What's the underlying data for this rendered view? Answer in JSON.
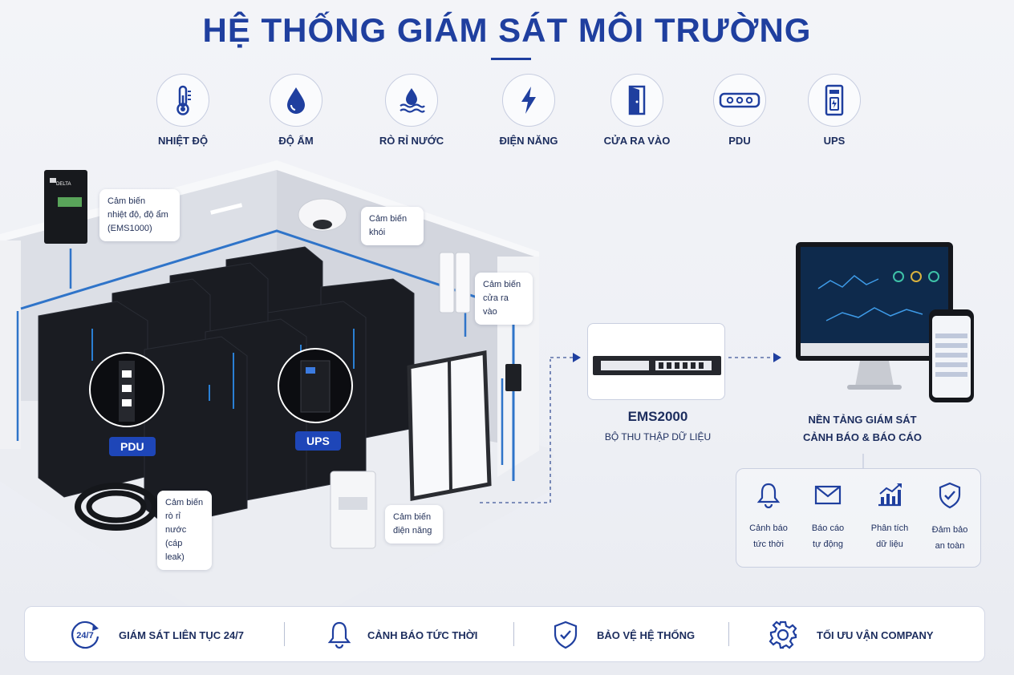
{
  "title": "HỆ THỐNG GIÁM SÁT MÔI TRƯỜNG",
  "sensors": [
    {
      "label": "NHIỆT ĐỘ",
      "icon": "thermometer-icon"
    },
    {
      "label": "ĐỘ ẨM",
      "icon": "water-drop-icon"
    },
    {
      "label": "RÒ RỈ NƯỚC",
      "icon": "water-leak-icon"
    },
    {
      "label": "ĐIỆN NĂNG",
      "icon": "lightning-icon"
    },
    {
      "label": "CỬA RA VÀO",
      "icon": "door-icon"
    },
    {
      "label": "PDU",
      "icon": "pdu-icon"
    },
    {
      "label": "UPS",
      "icon": "ups-icon"
    }
  ],
  "room": {
    "device_brand": "DELTA",
    "callouts": {
      "temp_humidity": [
        "Cảm biến",
        "nhiệt độ, độ ẩm",
        "(EMS1000)"
      ],
      "smoke": [
        "Cảm biến",
        "khói"
      ],
      "door": [
        "Cảm biến",
        "cửa ra vào"
      ],
      "leak": [
        "Cảm biến",
        "rò rỉ nước",
        "(cáp leak)"
      ],
      "power": [
        "Cảm biến",
        "điện năng"
      ]
    },
    "badges": {
      "pdu": "PDU",
      "ups": "UPS"
    }
  },
  "collector": {
    "name": "EMS2000",
    "subtitle": "BỘ THU THẬP DỮ LIỆU"
  },
  "platform": {
    "title_line1": "NỀN TẢNG GIÁM SÁT",
    "title_line2": "CẢNH BÁO & BÁO CÁO"
  },
  "features": [
    {
      "line1": "Cảnh báo",
      "line2": "tức thời",
      "icon": "bell-icon"
    },
    {
      "line1": "Báo cáo",
      "line2": "tự động",
      "icon": "mail-icon"
    },
    {
      "line1": "Phân tích",
      "line2": "dữ liệu",
      "icon": "chart-icon"
    },
    {
      "line1": "Đảm bảo",
      "line2": "an toàn",
      "icon": "shield-check-icon"
    }
  ],
  "bottom": [
    {
      "label": "GIÁM SÁT LIÊN TỤC 24/7",
      "icon": "clock-247-icon",
      "icon_text": "24/7"
    },
    {
      "label": "CẢNH BÁO TỨC THỜI",
      "icon": "bell-icon"
    },
    {
      "label": "BẢO VỆ HỆ THỐNG",
      "icon": "shield-check-icon"
    },
    {
      "label": "TỐI ƯU VẬN COMPANY",
      "icon": "gear-icon"
    }
  ],
  "colors": {
    "primary": "#1f3f9f",
    "badge": "#1e46b8",
    "cable": "#2f74c9",
    "rack": "#1a1c22"
  }
}
